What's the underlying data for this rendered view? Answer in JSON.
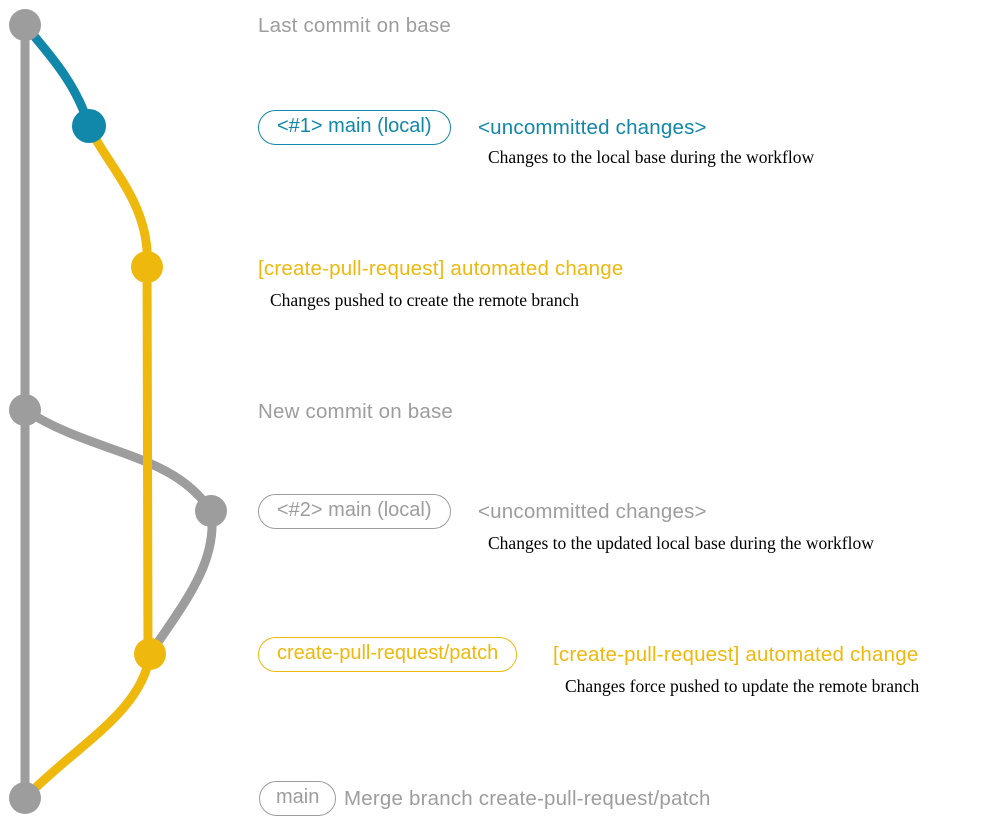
{
  "colors": {
    "background": "#ffffff",
    "gray": "#9d9d9d",
    "blue": "#1187a9",
    "yellow": "#efb80d",
    "note": "#000000"
  },
  "diagram": {
    "type": "git-graph",
    "branches": [
      {
        "name": "base (main)",
        "color_key": "gray"
      },
      {
        "name": "main (local) #1",
        "color_key": "blue"
      },
      {
        "name": "create-pull-request/patch",
        "color_key": "yellow"
      },
      {
        "name": "main (local) #2",
        "color_key": "gray"
      }
    ],
    "commits": {
      "base_last": {
        "message": "Last commit on base"
      },
      "local_main_1": {
        "branch_label": "<#1> main (local)",
        "message": "<uncommitted changes>",
        "note": "Changes to the local base during the workflow"
      },
      "cpr_push": {
        "message": "[create-pull-request] automated change",
        "note": "Changes pushed to create the remote branch"
      },
      "base_new": {
        "message": "New commit on base"
      },
      "local_main_2": {
        "branch_label": "<#2> main (local)",
        "message": "<uncommitted changes>",
        "note": "Changes to the updated local base during the workflow"
      },
      "cpr_force_push": {
        "branch_label": "create-pull-request/patch",
        "message": "[create-pull-request] automated change",
        "note": "Changes force pushed to update the remote branch"
      },
      "merge": {
        "branch_label": "main",
        "message": "Merge branch create-pull-request/patch"
      }
    }
  }
}
